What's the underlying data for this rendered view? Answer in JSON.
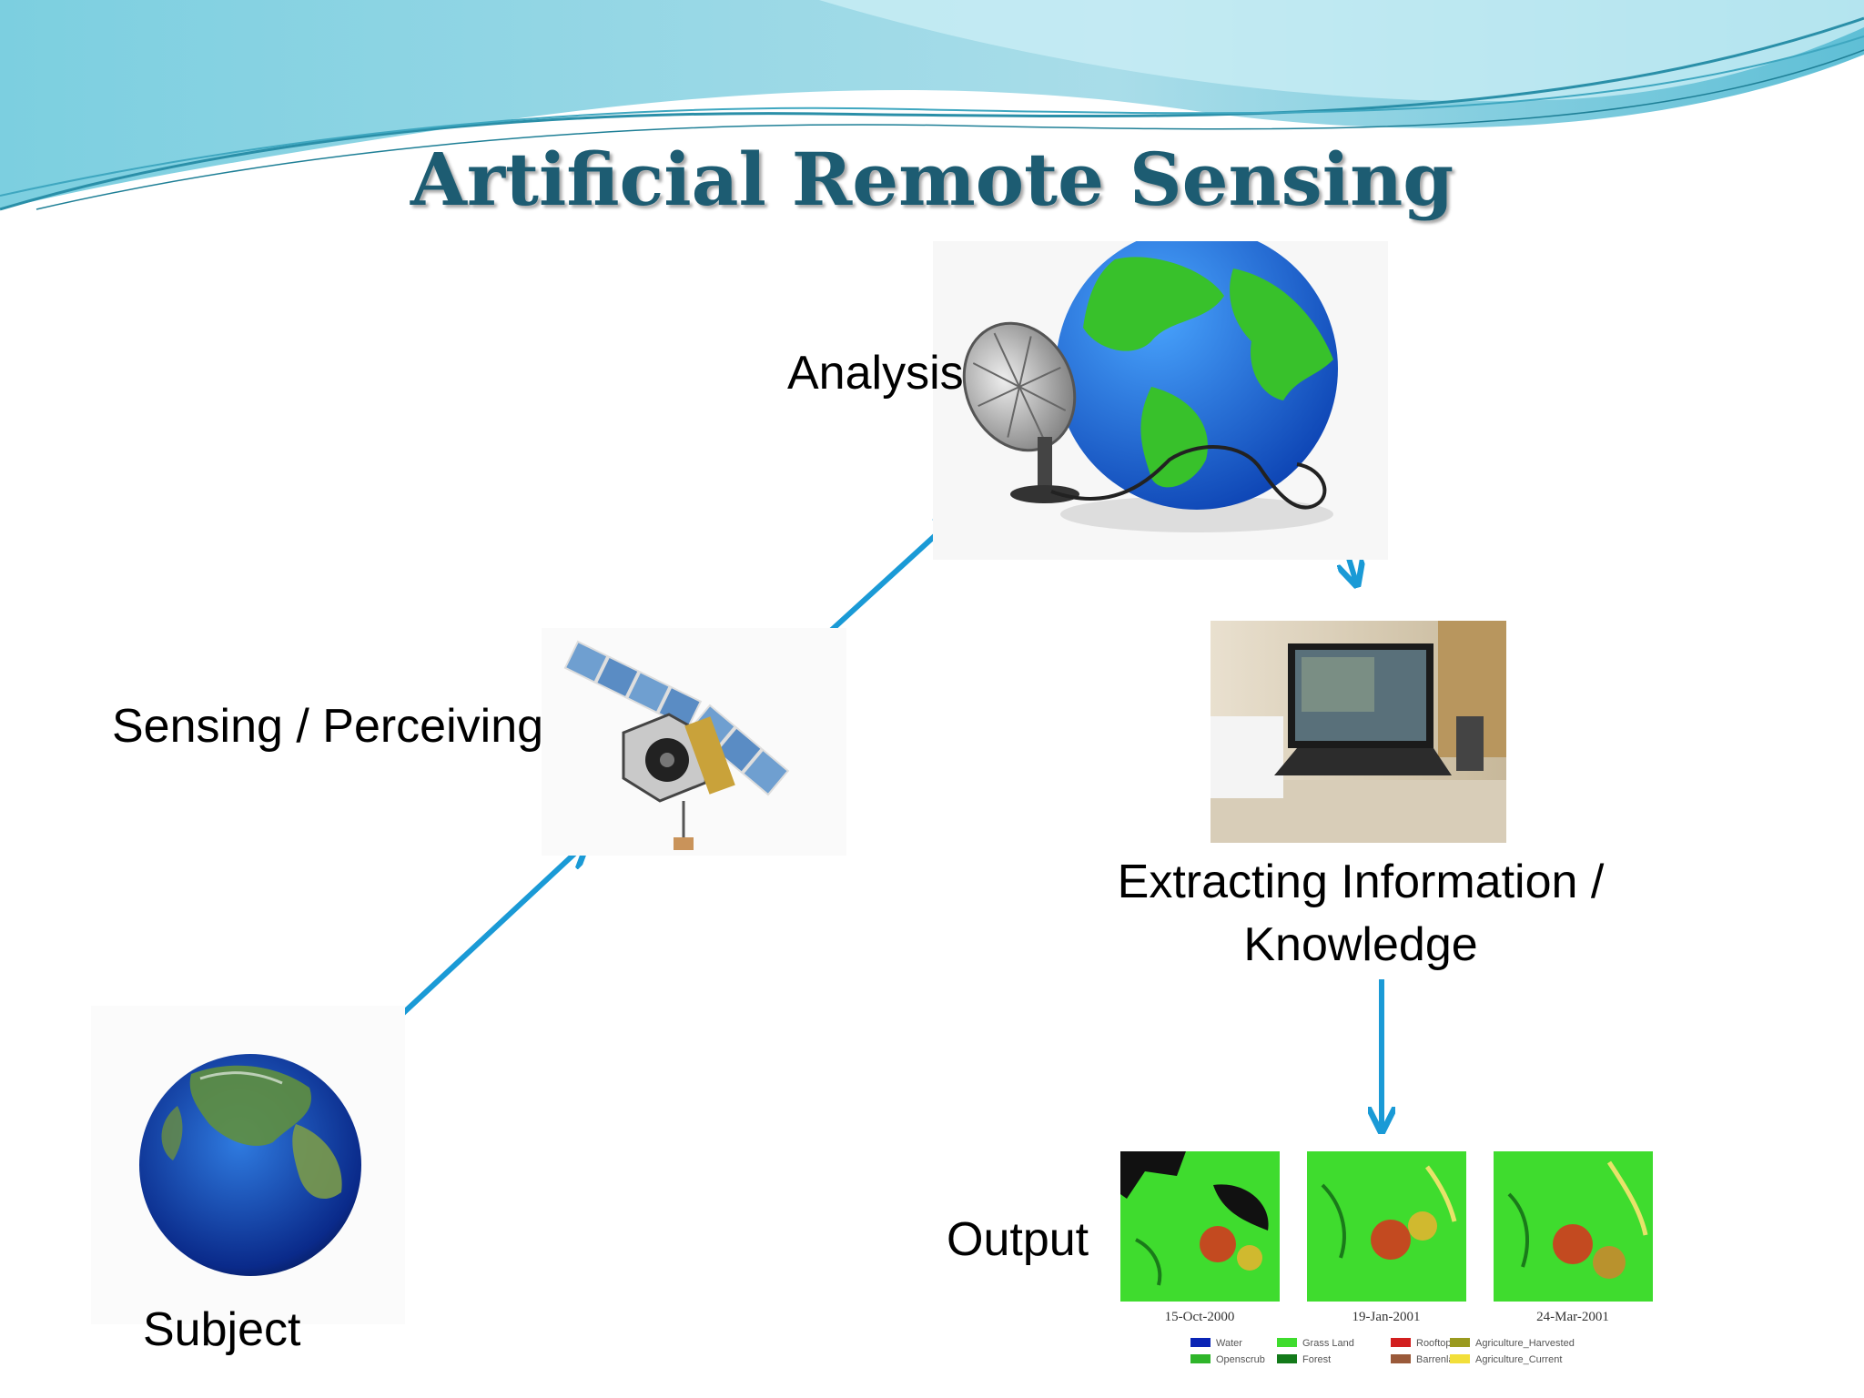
{
  "title": "Artificial Remote Sensing",
  "nodes": {
    "analysis": "Analysis",
    "sensing": "Sensing / Perceiving",
    "extracting_line1": "Extracting Information /",
    "extracting_line2": "Knowledge",
    "output": "Output",
    "subject": "Subject"
  },
  "output_panels": {
    "dates": [
      "15-Oct-2000",
      "19-Jan-2001",
      "24-Mar-2001"
    ],
    "legend": [
      "Water",
      "Grass Land",
      "Rooftop",
      "Agriculture_Harvested",
      "Openscrub",
      "Forest",
      "Barrenland",
      "Agriculture_Current"
    ]
  },
  "colors": {
    "title": "#1d5c72",
    "arrow": "#1a9ad6",
    "header_wave": "#6cc4d8"
  }
}
